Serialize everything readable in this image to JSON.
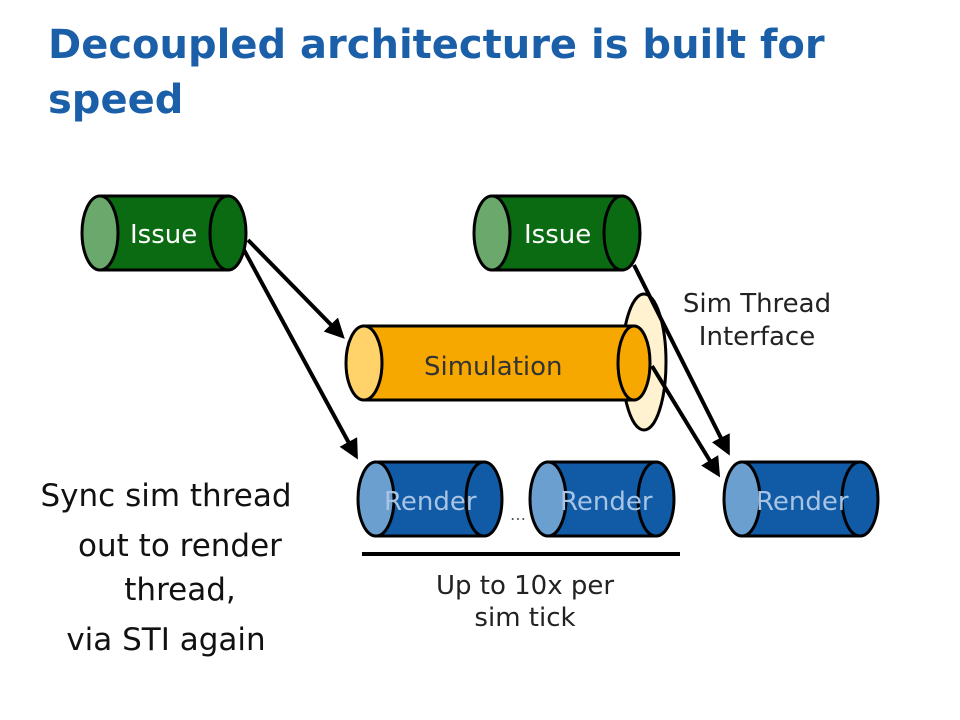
{
  "slide": {
    "title": "Decoupled architecture is built for speed"
  },
  "diagram": {
    "issue_left": "Issue",
    "issue_right": "Issue",
    "simulation": "Simulation",
    "sti_label_line1": "Sim Thread",
    "sti_label_line2": "Interface",
    "render_1": "Render",
    "render_2": "Render",
    "render_3": "Render",
    "ellipsis": "…",
    "range_label_line1": "Up to 10x per",
    "range_label_line2": "sim tick",
    "note_line1": "Sync sim thread",
    "note_line2": "out to render",
    "note_line3": "thread,",
    "note_line4": "via STI again"
  },
  "colors": {
    "title": "#1a5fa8",
    "issue_body": "#0a6b12",
    "issue_cap": "#6aa86b",
    "simulation_body": "#f7a800",
    "simulation_cap": "#ffd36a",
    "sti_fill": "#fff2d0",
    "render_body": "#105aa6",
    "render_cap": "#6b9fd0",
    "render_text": "#a8c4e4"
  }
}
